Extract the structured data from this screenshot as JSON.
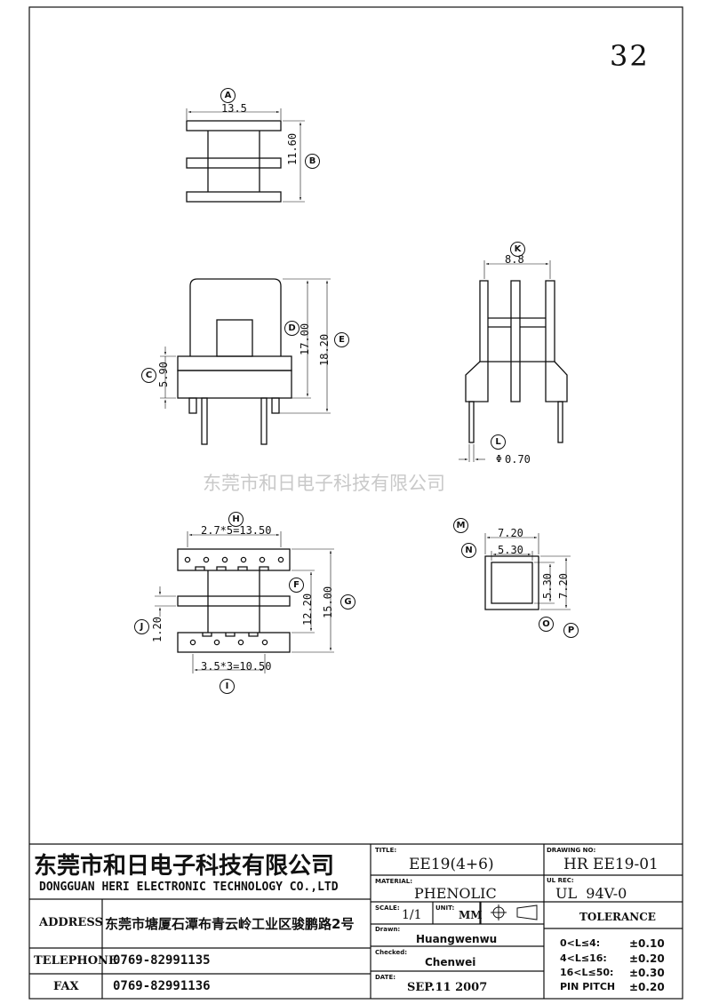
{
  "page_number": "32",
  "watermark": "东莞市和日电子科技有限公司",
  "dims": {
    "A": "13.5",
    "B": "11.60",
    "C": "5.90",
    "D": "17.00",
    "E": "18.20",
    "K": "8.8",
    "L": "0.70",
    "H": "2.7*5=13.50",
    "F": "12.20",
    "G": "15.00",
    "J": "1.20",
    "I": "3.5*3=10.50",
    "M": "7.20",
    "N": "5.30",
    "O": "5.30",
    "P": "7.20"
  },
  "phi": "Φ",
  "markers": {
    "A": "A",
    "B": "B",
    "C": "C",
    "D": "D",
    "E": "E",
    "K": "K",
    "L": "L",
    "H": "H",
    "F": "F",
    "G": "G",
    "J": "J",
    "I": "I",
    "M": "M",
    "N": "N",
    "O": "O",
    "P": "P"
  },
  "title_block": {
    "company_cn": "东莞市和日电子科技有限公司",
    "company_en": "DONGGUAN HERI ELECTRONIC TECHNOLOGY CO.,LTD",
    "address_label": "ADDRESS",
    "address_value": "东莞市塘厦石潭布青云岭工业区骏鹏路2号",
    "telephone_label": "TELEPHONE",
    "telephone_value": "0769-82991135",
    "fax_label": "FAX",
    "fax_value": "0769-82991136",
    "title_label": "TITLE:",
    "title_value": "EE19(4+6)",
    "material_label": "MATERIAL:",
    "material_value": "PHENOLIC",
    "scale_label": "SCALE:",
    "scale_value": "1/1",
    "unit_label": "UNIT:",
    "unit_value": "MM",
    "drawn_label": "Drawn:",
    "drawn_value": "Huangwenwu",
    "checked_label": "Checked:",
    "checked_value": "Chenwei",
    "date_label": "DATE:",
    "date_value": "SEP.11 2007",
    "drawing_no_label": "DRAWING NO:",
    "drawing_no_value": "HR EE19-01",
    "ul_rec_label": "UL REC:",
    "ul_rec_value": "UL  94V-0",
    "tolerance_title": "TOLERANCE",
    "tolerances": [
      {
        "range": "0<L≤4:",
        "value": "±0.10"
      },
      {
        "range": "4<L≤16:",
        "value": "±0.20"
      },
      {
        "range": "16<L≤50:",
        "value": "±0.30"
      },
      {
        "range": "PIN PITCH",
        "value": "±0.20"
      }
    ]
  }
}
